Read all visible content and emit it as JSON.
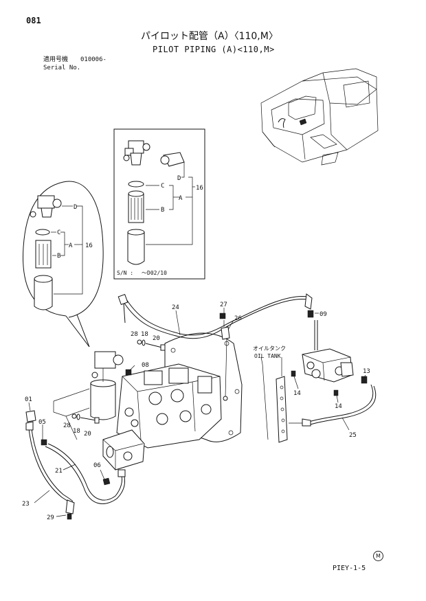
{
  "header": {
    "page_number": "081",
    "title_jp": "パイロット配管（A）〈110,M〉",
    "title_en": "PILOT PIPING (A)<110,M>",
    "serial_label_jp": "適用号機",
    "serial_value": "010006-",
    "serial_label_en": "Serial No."
  },
  "callouts": {
    "c01": "01",
    "c05": "05",
    "c06": "06",
    "c08": "08",
    "c09": "09",
    "c13": "13",
    "c14a": "14",
    "c14b": "14",
    "c16a": "16",
    "c16b": "16",
    "c18a": "18",
    "c18b": "18",
    "c20a": "20",
    "c20b": "20",
    "c21": "21",
    "c23": "23",
    "c24": "24",
    "c25": "25",
    "c26": "26",
    "c27": "27",
    "c28a": "28",
    "c28b": "28",
    "c29": "29"
  },
  "filter_letters": {
    "A1": "A",
    "B1": "B",
    "C1": "C",
    "D1": "D",
    "A2": "A",
    "B2": "B",
    "C2": "C",
    "D2": "D"
  },
  "inset": {
    "sn_label": "S/N  :",
    "sn_value": "～D02/10"
  },
  "oil_tank": {
    "label_jp": "オイルタンク",
    "label_en": "OIL TANK"
  },
  "footer": {
    "code": "PIEY-1-5",
    "mark": "M"
  }
}
